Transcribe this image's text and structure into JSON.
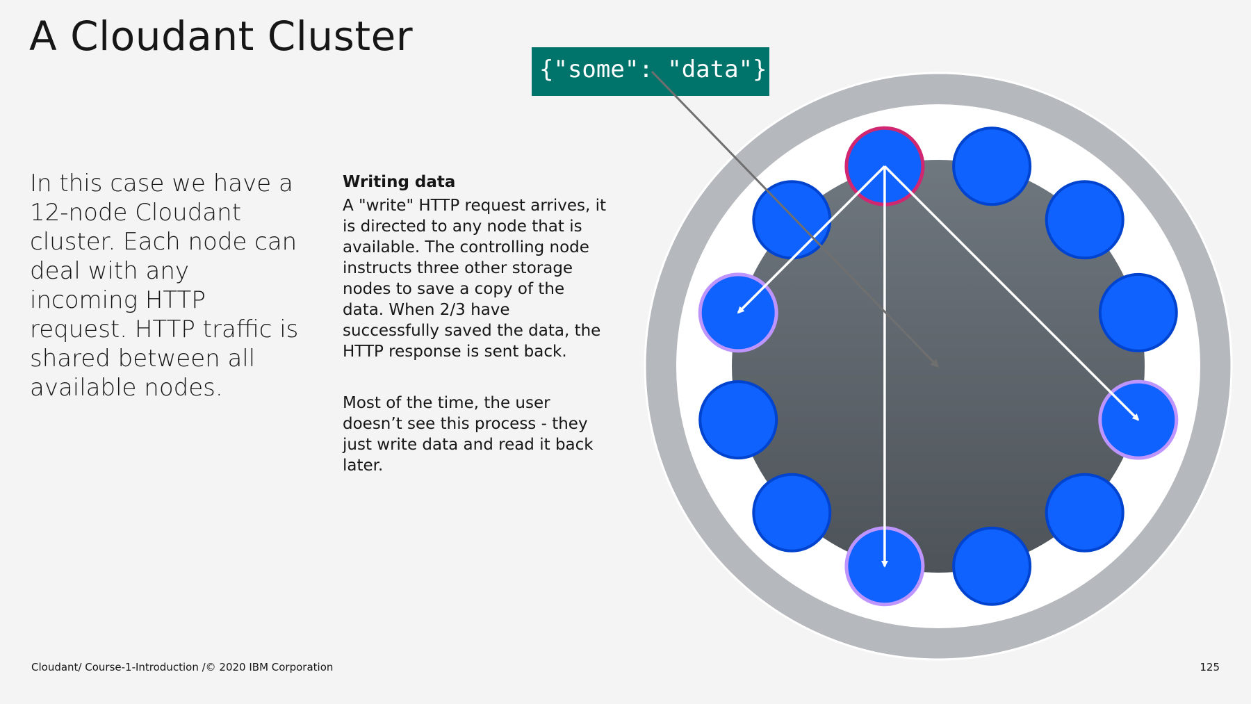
{
  "title": "A Cloudant Cluster",
  "intro": "In this case we have a 12-node Cloudant cluster. Each node can deal with any incoming HTTP request. HTTP traffic is shared between all available nodes.",
  "side": {
    "heading": "Writing data",
    "para1": "A \"write\" HTTP request arrives, it is directed to any node that is available. The controlling node instructs three other storage nodes to save a copy of the data. When 2/3 have successfully saved the data, the HTTP response is sent back.",
    "para2": "Most of the time, the user doesn’t see this process - they just write data and read it back later."
  },
  "diagram": {
    "payload": "{\"some\": \"data\"}",
    "node_count": 12,
    "controller_node_index": 11,
    "replica_node_indices": [
      3,
      6,
      9
    ],
    "colors": {
      "payload_bg": "#00736a",
      "node_fill": "#0f62fe",
      "node_stroke": "#0043ce",
      "controller_stroke": "#d12771",
      "replica_stroke": "#be95ff",
      "outer_ring": "#b5b8bc",
      "inner_disc_top": "#6f777f",
      "inner_disc_bottom": "#4d5358",
      "request_arrow": "#6f6f6f",
      "replication_arrow": "#ffffff"
    }
  },
  "footer": {
    "left": "Cloudant/ Course-1-Introduction /© 2020 IBM Corporation",
    "right": "125"
  }
}
